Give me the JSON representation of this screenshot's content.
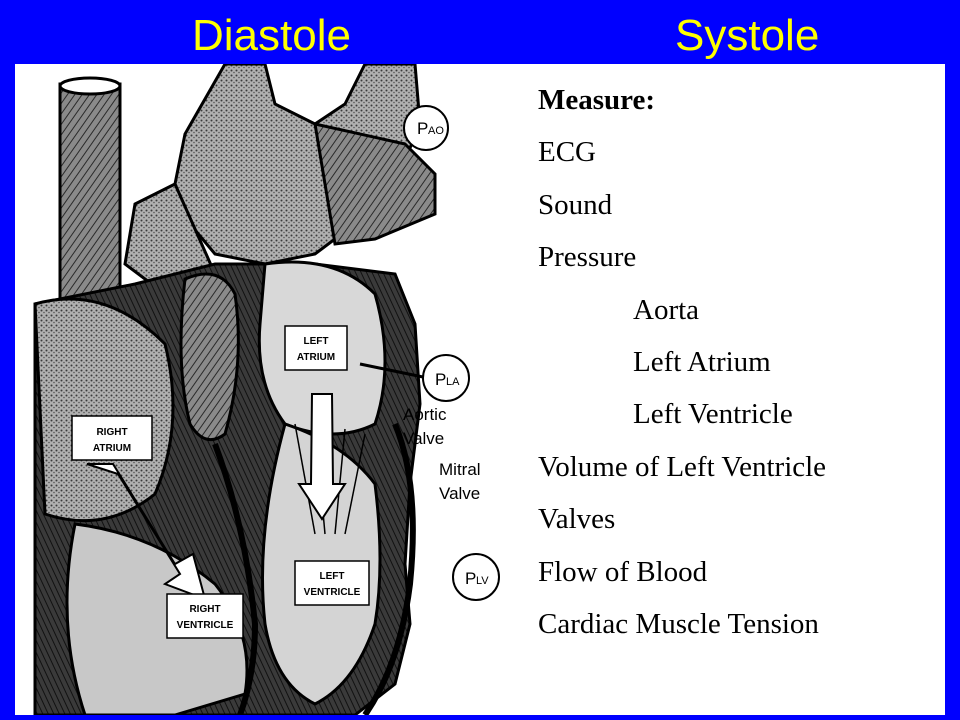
{
  "title": {
    "left": "Diastole",
    "right": "Systole"
  },
  "measure": {
    "heading": "Measure:",
    "items": [
      "ECG",
      "Sound",
      "Pressure",
      "Aorta",
      "Left Atrium",
      "Left Ventricle",
      "Volume of Left Ventricle",
      "Valves",
      "Flow of Blood",
      "Cardiac Muscle Tension"
    ]
  },
  "diagram": {
    "chamber_labels": {
      "left_atrium": [
        "LEFT",
        "ATRIUM"
      ],
      "right_atrium": [
        "RIGHT",
        "ATRIUM"
      ],
      "left_ventricle": [
        "LEFT",
        "VENTRICLE"
      ],
      "right_ventricle": [
        "RIGHT",
        "VENTRICLE"
      ]
    },
    "pressure_points": {
      "aorta": {
        "main": "P",
        "sub": "AO"
      },
      "left_atrium": {
        "main": "P",
        "sub": "LA"
      },
      "left_ventricle": {
        "main": "P",
        "sub": "LV"
      }
    },
    "callouts": {
      "aortic_valve": [
        "Aortic",
        "Valve"
      ],
      "mitral_valve": [
        "Mitral",
        "Valve"
      ]
    }
  },
  "colors": {
    "background": "#0000ff",
    "title": "#ffff00",
    "panel": "#ffffff"
  }
}
